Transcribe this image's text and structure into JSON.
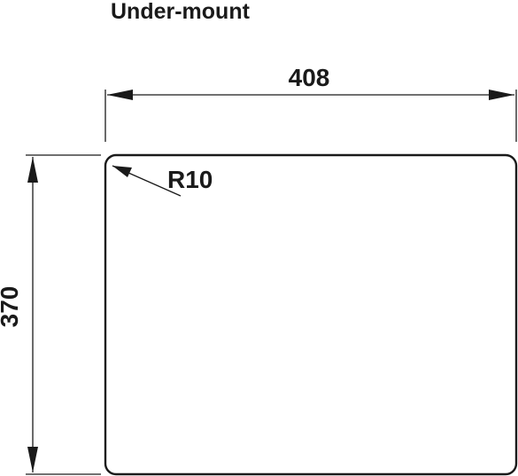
{
  "drawing": {
    "title": "Under-mount",
    "width_dimension": "408",
    "height_dimension": "370",
    "corner_radius_label": "R10",
    "line_color": "#1a1a1a",
    "background_color": "#ffffff"
  }
}
